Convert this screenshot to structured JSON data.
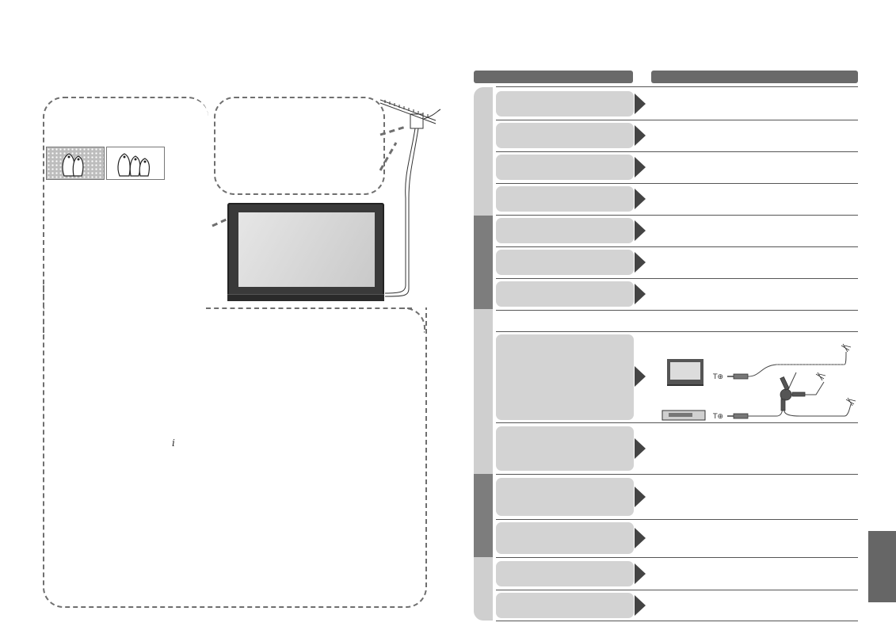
{
  "header": {
    "left_tab_label": "",
    "right_tab_label": ""
  },
  "left_panel": {
    "info_glyph": "i",
    "penguin_samples": [
      "noisy-penguins",
      "clear-penguins"
    ]
  },
  "colors": {
    "bar": "#6a6a6a",
    "strip_light": "#cfcfcf",
    "strip_dark": "#7d7d7d",
    "label_bg": "#d3d3d3",
    "arrow": "#444444",
    "side_tab": "#666666"
  },
  "rows": [
    {
      "label": "",
      "description": ""
    },
    {
      "label": "",
      "description": ""
    },
    {
      "label": "",
      "description": ""
    },
    {
      "label": "",
      "description": ""
    },
    {
      "label": "",
      "description": ""
    },
    {
      "label": "",
      "description": ""
    },
    {
      "label": "",
      "description": ""
    },
    {
      "label": "",
      "description": ""
    },
    {
      "label": "",
      "description": ""
    },
    {
      "label": "",
      "description": ""
    },
    {
      "label": "",
      "description": ""
    },
    {
      "label": "",
      "description": ""
    }
  ]
}
